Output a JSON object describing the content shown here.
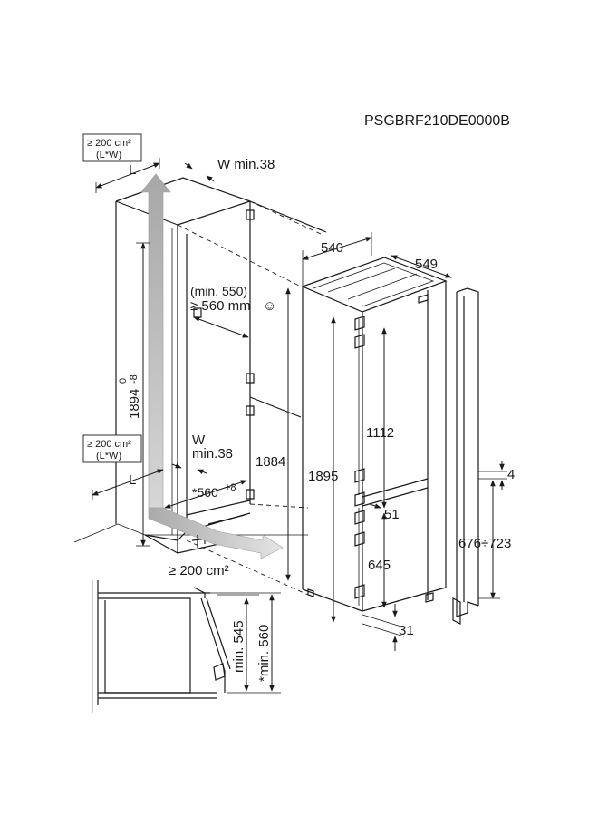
{
  "model_code": "PSGBRF210DE0000B",
  "ventilation": {
    "top_area": "≥ 200 cm²",
    "top_area_sub": "(L*W)",
    "top_L": "L",
    "top_W": "W min.38",
    "bottom_area": "≥ 200 cm²",
    "bottom_area_sub": "(L*W)",
    "bottom_L": "L",
    "bottom_W": "W",
    "bottom_W_min": "min.38",
    "floor_area": "≥ 200 cm²"
  },
  "niche": {
    "height": "1894",
    "height_tol_upper": "0",
    "height_tol_lower": "-8",
    "depth_min": "(min. 550)",
    "depth": "≥ 560 mm",
    "smiley": "☺",
    "width": "*560",
    "width_tol": "+8",
    "appliance_height": "1884"
  },
  "appliance": {
    "width": "540",
    "depth": "549",
    "height": "1895",
    "upper_door": "1112",
    "lower_door": "645",
    "gap": "51",
    "bottom_offset": "31",
    "rail_gap": "4",
    "rail_range": "676÷723"
  },
  "plinth": {
    "min_545": "min. 545",
    "min_560": "*min. 560"
  },
  "icons": {
    "arrow": "airflow-arrow-icon",
    "smiley": "smiley-icon"
  }
}
